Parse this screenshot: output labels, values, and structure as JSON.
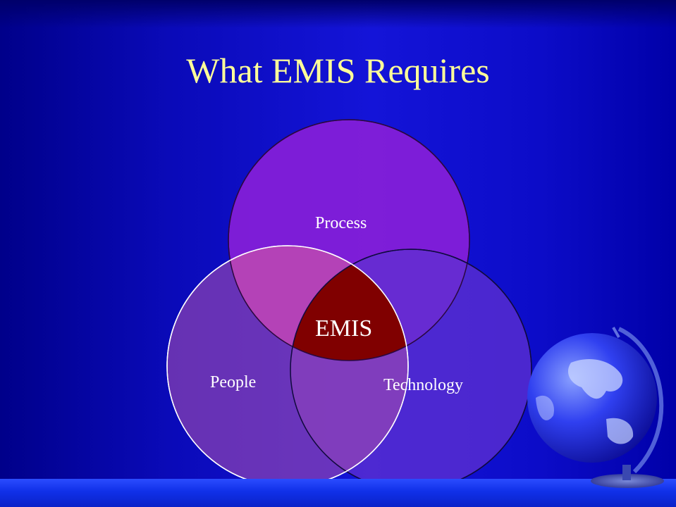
{
  "slide": {
    "title": "What EMIS Requires"
  },
  "diagram": {
    "type": "venn",
    "sets": [
      {
        "label": "Process",
        "color": "#8a1fd8"
      },
      {
        "label": "People",
        "color": "#a04ab0"
      },
      {
        "label": "Technology",
        "color": "#6030d0"
      }
    ],
    "center_label": "EMIS",
    "center_color": "#800000"
  },
  "decoration": {
    "globe_icon": "globe-icon",
    "background_color": "#1010d0",
    "title_color": "#ffff99"
  }
}
